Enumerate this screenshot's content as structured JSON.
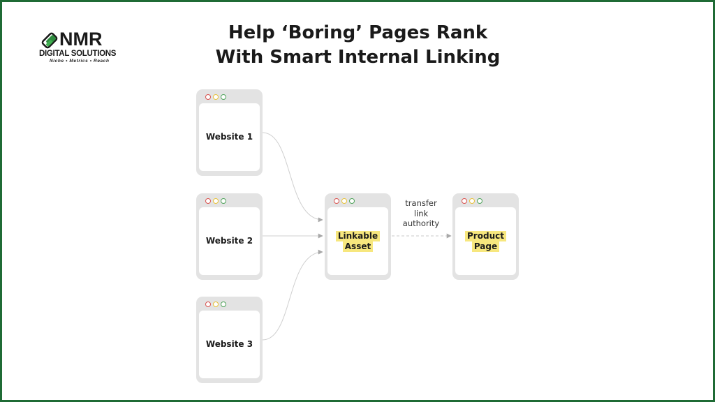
{
  "frame": {
    "border_color": "#1f6b35"
  },
  "logo": {
    "brand": "NMR",
    "subtitle": "DIGITAL SOLUTIONS",
    "tagline": "Niche • Metrics • Reach",
    "colors": {
      "mark": "#2e8b3e",
      "text": "#1a1a1a"
    }
  },
  "title": {
    "line1": "Help ‘Boring’ Pages Rank",
    "line2": "With Smart Internal Linking"
  },
  "nodes": [
    {
      "id": "website-1",
      "label": "Website 1",
      "highlighted": false
    },
    {
      "id": "website-2",
      "label": "Website 2",
      "highlighted": false
    },
    {
      "id": "website-3",
      "label": "Website 3",
      "highlighted": false
    },
    {
      "id": "linkable-asset",
      "label_line1": "Linkable",
      "label_line2": "Asset",
      "highlighted": true
    },
    {
      "id": "product-page",
      "label_line1": "Product",
      "label_line2": "Page",
      "highlighted": true
    }
  ],
  "edges": [
    {
      "from": "website-1",
      "to": "linkable-asset",
      "style": "solid-curve"
    },
    {
      "from": "website-2",
      "to": "linkable-asset",
      "style": "solid"
    },
    {
      "from": "website-3",
      "to": "linkable-asset",
      "style": "solid-curve"
    },
    {
      "from": "linkable-asset",
      "to": "product-page",
      "style": "dashed",
      "label_lines": [
        "transfer",
        "link",
        "authority"
      ]
    }
  ],
  "window_dots": [
    "red",
    "yellow",
    "green"
  ],
  "colors": {
    "window_frame": "#e3e3e3",
    "highlight": "#f7e77e",
    "connector": "#c8c8c8",
    "arrowhead": "#a8a8a8",
    "dot_red": "#d9534f",
    "dot_yellow": "#e8c23a",
    "dot_green": "#4ea35a"
  }
}
